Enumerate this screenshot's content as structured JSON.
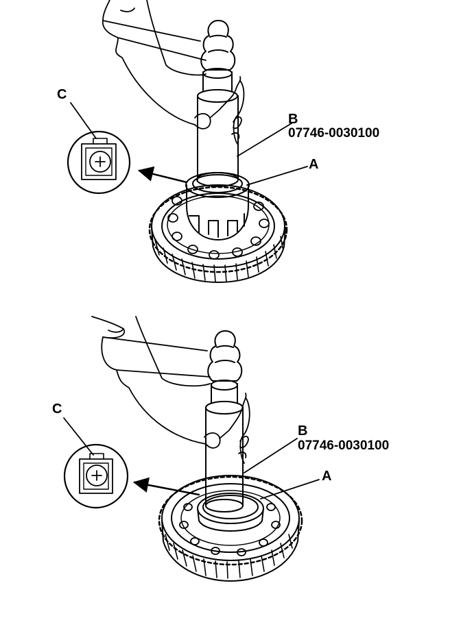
{
  "colors": {
    "ink": "#000000",
    "paper": "#ffffff"
  },
  "figure_top": {
    "label_c": "C",
    "label_b": "B",
    "tool_number": "07746-0030100",
    "label_a": "A"
  },
  "figure_bottom": {
    "label_c": "C",
    "label_b": "B",
    "tool_number": "07746-0030100",
    "label_a": "A"
  }
}
